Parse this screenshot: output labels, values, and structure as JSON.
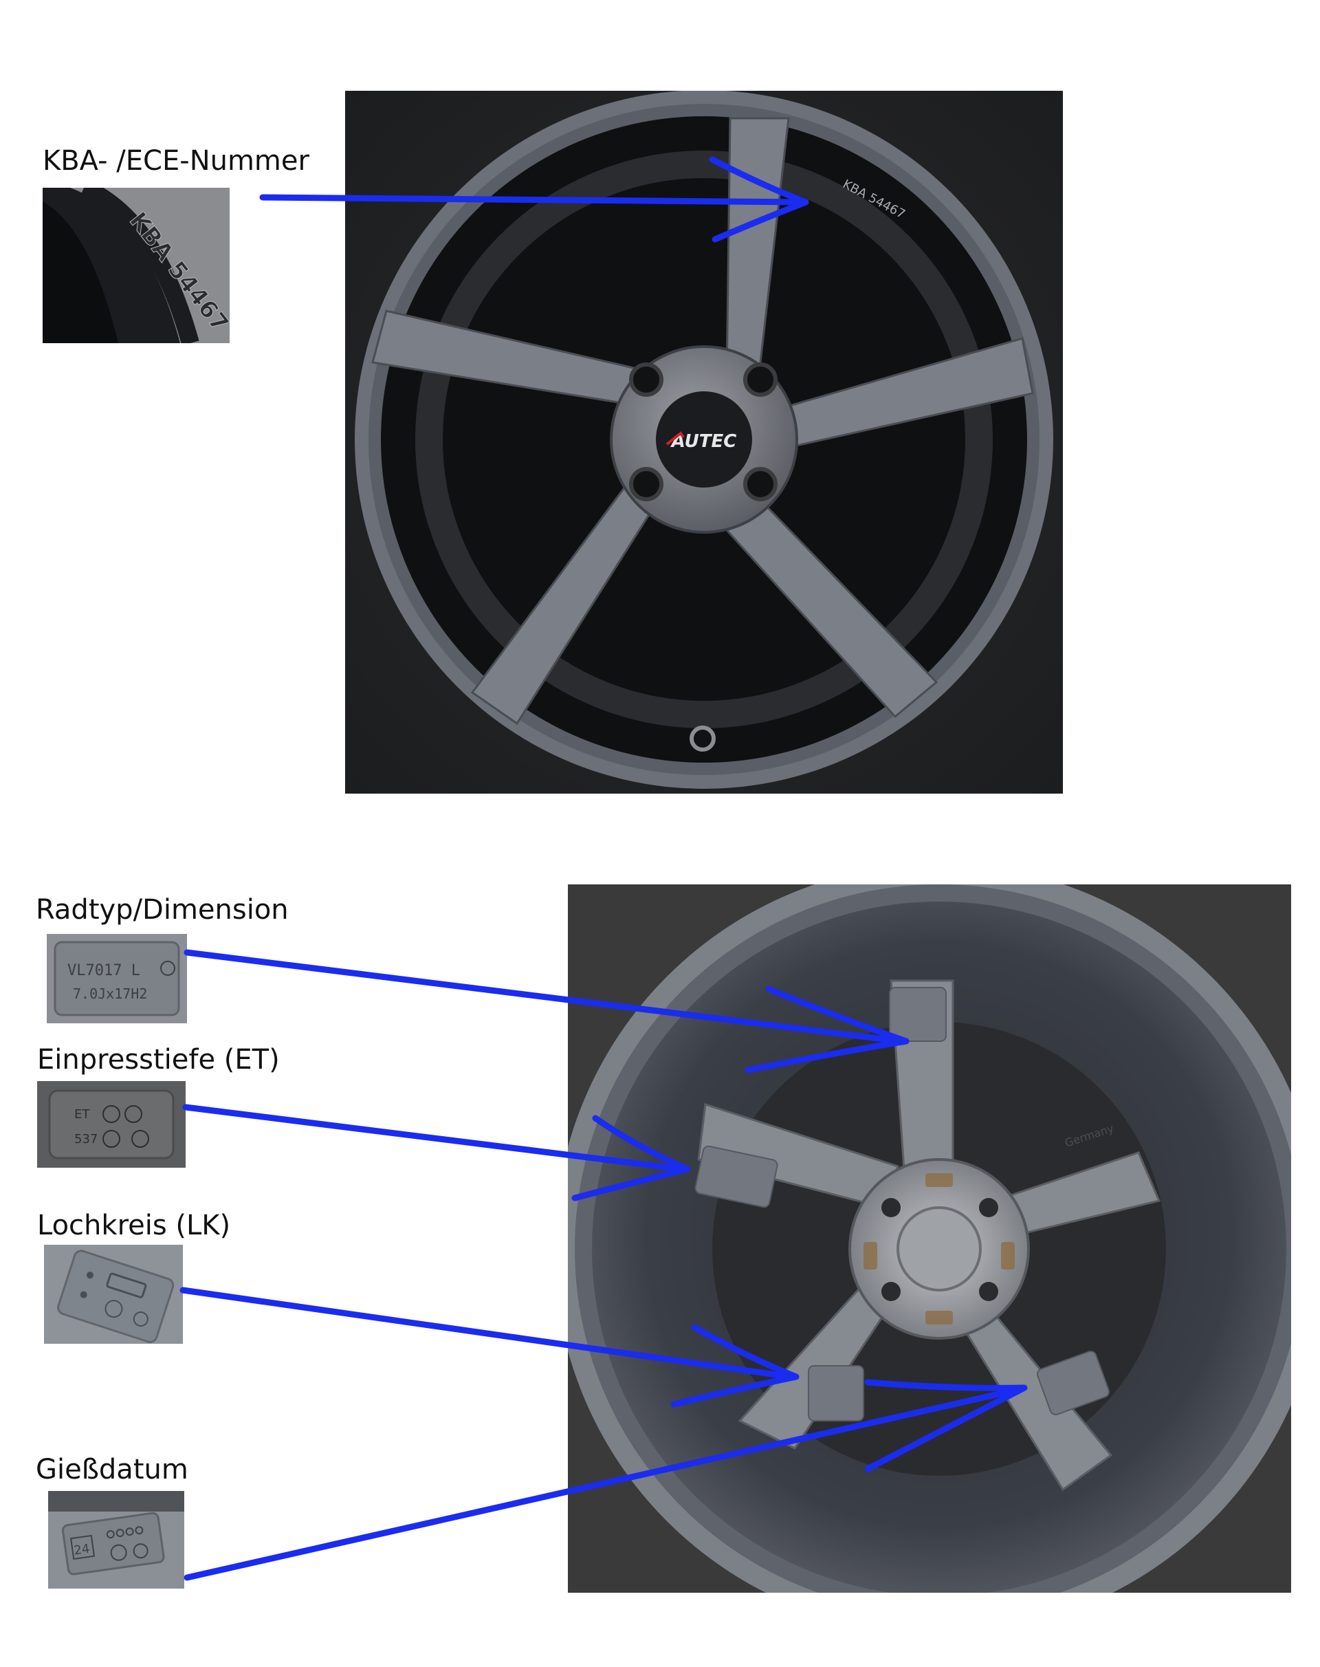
{
  "labels": {
    "kba": "KBA- /ECE-Nummer",
    "radtyp": "Radtyp/Dimension",
    "et": "Einpresstiefe (ET)",
    "lk": "Lochkreis (LK)",
    "giess": "Gießdatum"
  },
  "stamps": {
    "kba": "KBA 54467",
    "radtyp_line1": "VL7017 L",
    "radtyp_line2": "7.0Jx17H2",
    "et_line1": "ET",
    "et_line2": "537",
    "giess_num": "24"
  },
  "brand": {
    "logo_text": "AUTEC",
    "germany": "Germany"
  },
  "colors": {
    "arrow": "#1a2cf0",
    "background": "#ffffff",
    "rim": "#6c7078"
  }
}
